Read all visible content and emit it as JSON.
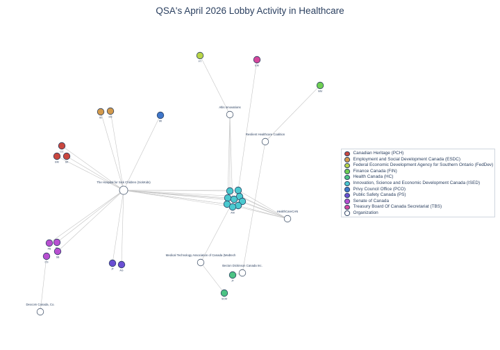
{
  "title": "QSA's April 2026 Lobby Activity in Healthcare",
  "legend": [
    {
      "label": "Canadian Heritage (PCH)",
      "color": "#c9473f"
    },
    {
      "label": "Employment and Social Development Canada (ESDC)",
      "color": "#d39a4c"
    },
    {
      "label": "Federal Economic Development Agency for Southern Ontario (FedDev)",
      "color": "#b9d547"
    },
    {
      "label": "Finance Canada (FIN)",
      "color": "#6fcf52"
    },
    {
      "label": "Health Canada (HC)",
      "color": "#4cc384"
    },
    {
      "label": "Innovation, Science and Economic Development Canada (ISED)",
      "color": "#4ac9cf"
    },
    {
      "label": "Privy Council Office (PCO)",
      "color": "#3f76c9"
    },
    {
      "label": "Public Safety Canada (PS)",
      "color": "#6a4fd3"
    },
    {
      "label": "Senate of Canada",
      "color": "#b84fd0"
    },
    {
      "label": "Treasury Board Of Canada Secretariat (TBS)",
      "color": "#d5479c"
    },
    {
      "label": "Organization",
      "color": "#ffffff"
    }
  ],
  "nodes": [
    {
      "id": "hsc",
      "label": "The Hospital for Sick Children (SickKids)",
      "group": "Organization"
    },
    {
      "id": "alt",
      "label": "Altis Innovations",
      "group": "Organization"
    },
    {
      "id": "rhc",
      "label": "Resilient Healthcare Coalition",
      "group": "Organization"
    },
    {
      "id": "hcc",
      "label": "HealthCareCAN",
      "group": "Organization"
    },
    {
      "id": "mtac",
      "label": "Medical Technology Association of Canada (Medtech",
      "group": "Organization"
    },
    {
      "id": "bdc",
      "label": "Becton Dickinson Canada Inc.",
      "group": "Organization"
    },
    {
      "id": "dex",
      "label": "Dexcom Canada, Co.",
      "group": "Organization"
    },
    {
      "id": "ft",
      "label": "FT",
      "group": "FedDev"
    },
    {
      "id": "em",
      "label": "EM",
      "group": "TBS"
    },
    {
      "id": "mm",
      "label": "MM",
      "group": "FIN"
    },
    {
      "id": "ib",
      "label": "IB",
      "group": "ESDC"
    },
    {
      "id": "hs",
      "label": "HS",
      "group": "ESDC"
    },
    {
      "id": "iw",
      "label": "IW",
      "group": "PCO"
    },
    {
      "id": "cc",
      "label": "CC",
      "group": "PCH"
    },
    {
      "id": "bm",
      "label": "BM",
      "group": "PCH"
    },
    {
      "id": "sk",
      "label": "SK",
      "group": "PCH"
    },
    {
      "id": "pb",
      "label": "PB",
      "group": "Senate"
    },
    {
      "id": "tl",
      "label": "TL",
      "group": "Senate"
    },
    {
      "id": "sb",
      "label": "SB",
      "group": "Senate"
    },
    {
      "id": "cs",
      "label": "CS",
      "group": "Senate"
    },
    {
      "id": "jt",
      "label": "JT",
      "group": "PS"
    },
    {
      "id": "ag",
      "label": "AG",
      "group": "PS"
    },
    {
      "id": "jt2",
      "label": "JT",
      "group": "HC"
    },
    {
      "id": "scm",
      "label": "SCM",
      "group": "HC"
    },
    {
      "id": "s1",
      "label": "",
      "group": "ISED"
    },
    {
      "id": "s2",
      "label": "",
      "group": "ISED"
    },
    {
      "id": "s3",
      "label": "",
      "group": "ISED"
    },
    {
      "id": "s4",
      "label": "",
      "group": "ISED"
    },
    {
      "id": "s5",
      "label": "",
      "group": "ISED"
    },
    {
      "id": "s6",
      "label": "",
      "group": "ISED"
    },
    {
      "id": "s7",
      "label": "",
      "group": "ISED"
    },
    {
      "id": "s8",
      "label": "AM",
      "group": "ISED"
    },
    {
      "id": "s9",
      "label": "",
      "group": "ISED"
    }
  ],
  "edges": [
    [
      "hsc",
      "ib"
    ],
    [
      "hsc",
      "hs"
    ],
    [
      "hsc",
      "iw"
    ],
    [
      "hsc",
      "cc"
    ],
    [
      "hsc",
      "bm"
    ],
    [
      "hsc",
      "sk"
    ],
    [
      "hsc",
      "pb"
    ],
    [
      "hsc",
      "tl"
    ],
    [
      "hsc",
      "sb"
    ],
    [
      "hsc",
      "jt"
    ],
    [
      "hsc",
      "ag"
    ],
    [
      "hsc",
      "s1"
    ],
    [
      "hsc",
      "s2"
    ],
    [
      "hsc",
      "s3"
    ],
    [
      "hsc",
      "s4"
    ],
    [
      "hsc",
      "s5"
    ],
    [
      "hsc",
      "s6"
    ],
    [
      "hsc",
      "s7"
    ],
    [
      "hsc",
      "s8"
    ],
    [
      "hsc",
      "s9"
    ],
    [
      "alt",
      "ft"
    ],
    [
      "alt",
      "s1"
    ],
    [
      "alt",
      "s3"
    ],
    [
      "alt",
      "s8"
    ],
    [
      "rhc",
      "mm"
    ],
    [
      "rhc",
      "bdc"
    ],
    [
      "em",
      "s2"
    ],
    [
      "hcc",
      "s1"
    ],
    [
      "hcc",
      "s2"
    ],
    [
      "hcc",
      "s4"
    ],
    [
      "hcc",
      "s5"
    ],
    [
      "hcc",
      "s6"
    ],
    [
      "hcc",
      "s7"
    ],
    [
      "hcc",
      "s9"
    ],
    [
      "mtac",
      "scm"
    ],
    [
      "mtac",
      "s9"
    ],
    [
      "bdc",
      "jt2"
    ],
    [
      "dex",
      "cs"
    ]
  ]
}
